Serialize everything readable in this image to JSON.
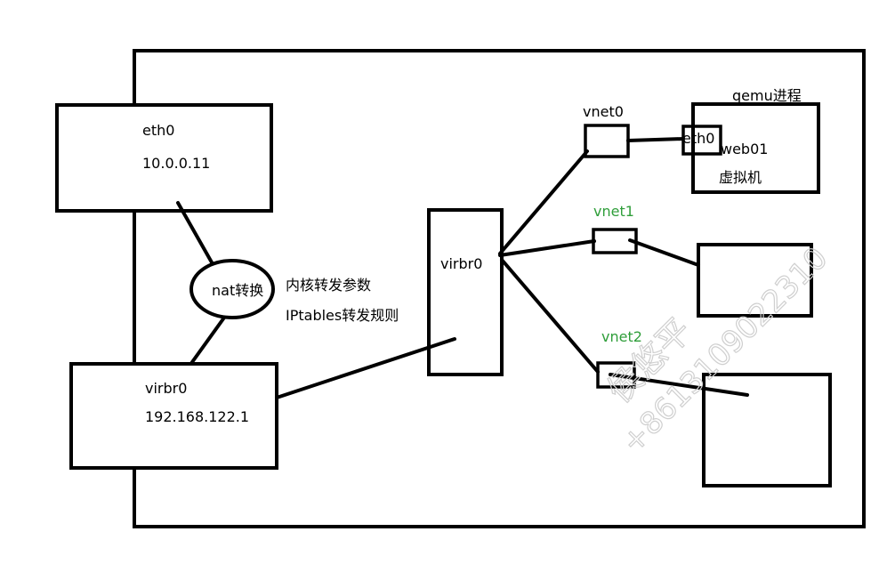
{
  "host": {
    "eth0_label": "eth0",
    "eth0_ip": "10.0.0.11",
    "nat_label": "nat转换",
    "kernel_forward_label": "内核转发参数",
    "iptables_label": "IPtables转发规则",
    "virbr0_host_label": "virbr0",
    "virbr0_host_ip": "192.168.122.1"
  },
  "bridge": {
    "label": "virbr0"
  },
  "vnets": [
    {
      "label": "vnet0",
      "color": "#000000"
    },
    {
      "label": "vnet1",
      "color": "#2f9e3a"
    },
    {
      "label": "vnet2",
      "color": "#2f9e3a"
    }
  ],
  "vm": {
    "process_label": "qemu进程",
    "eth0_label": "eth0",
    "name": "web01",
    "kind": "虚拟机"
  },
  "watermark": {
    "name": "侯悠平",
    "phone": "+8613109022310"
  }
}
